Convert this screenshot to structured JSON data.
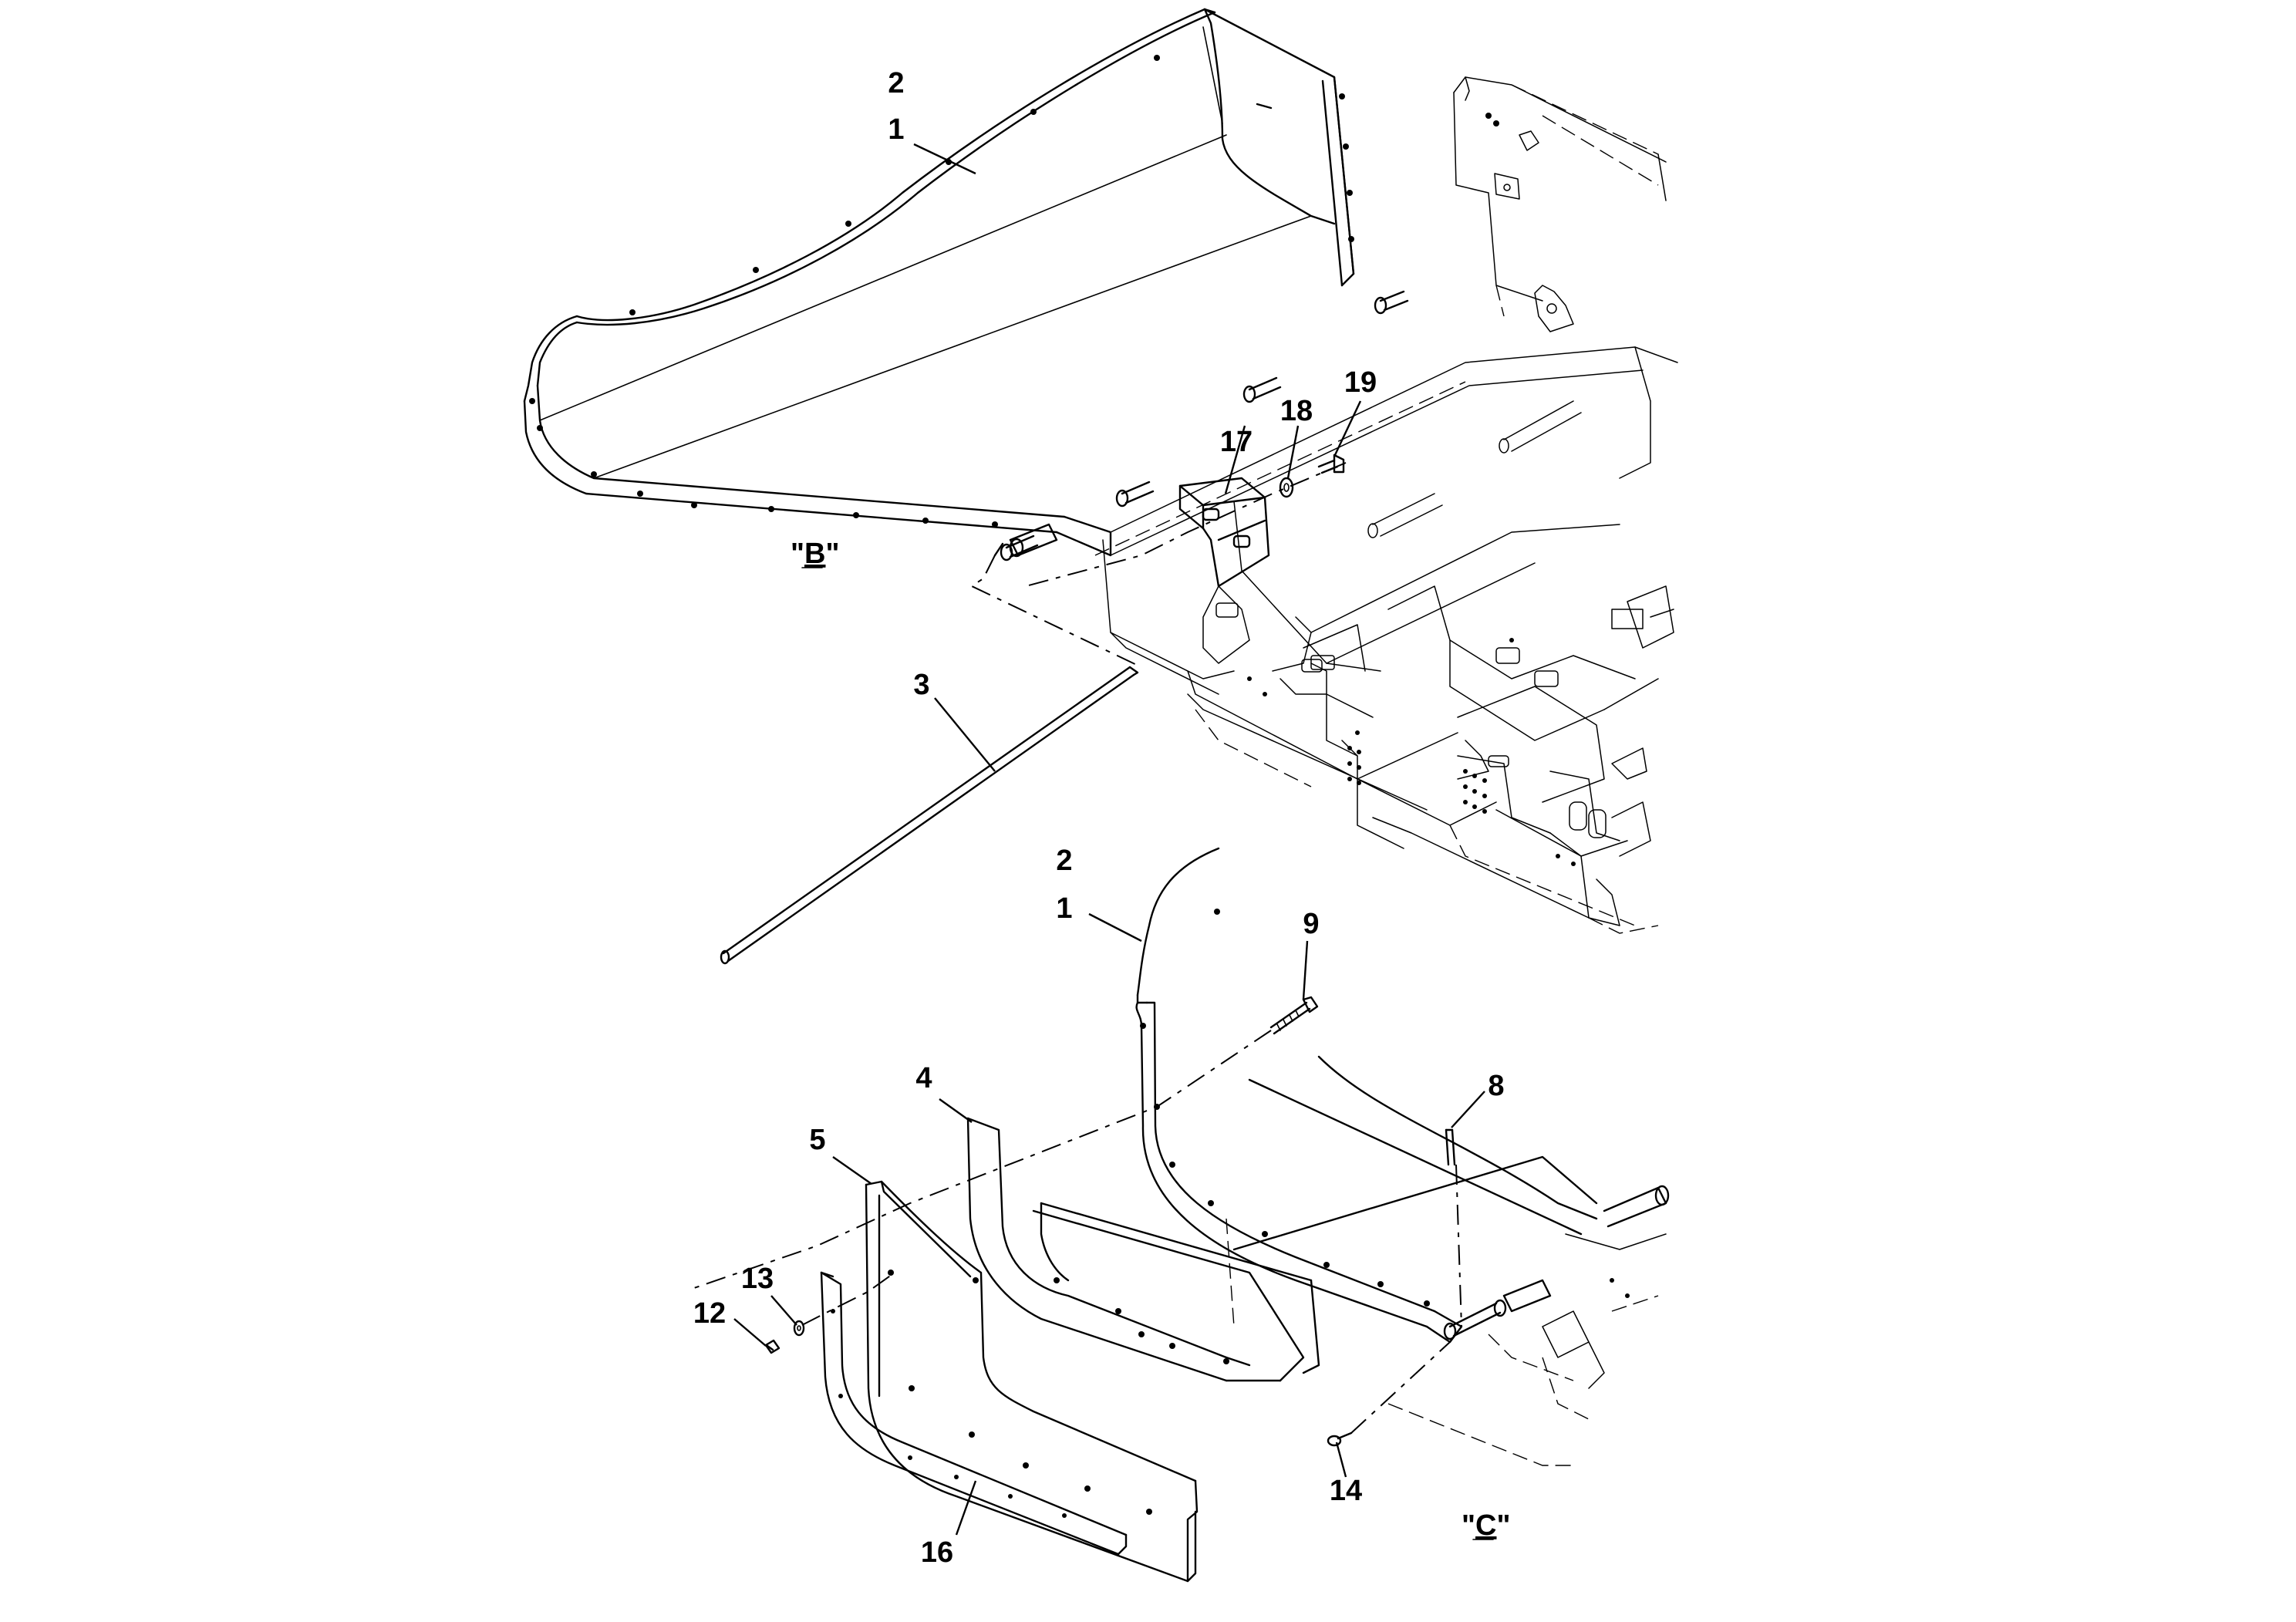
{
  "callouts": {
    "c1_top": "1",
    "c2_top": "2",
    "c3": "3",
    "c17": "17",
    "c18": "18",
    "c19": "19",
    "c1_bottom": "1",
    "c2_bottom": "2",
    "c4": "4",
    "c5": "5",
    "c8": "8",
    "c9": "9",
    "c12": "12",
    "c13": "13",
    "c14": "14",
    "c16": "16"
  },
  "views": {
    "b": {
      "open": "\"",
      "letter": "B",
      "close": "\""
    },
    "c": {
      "open": "\"",
      "letter": "C",
      "close": "\""
    }
  },
  "colors": {
    "line": "#000000",
    "background": "#ffffff"
  }
}
